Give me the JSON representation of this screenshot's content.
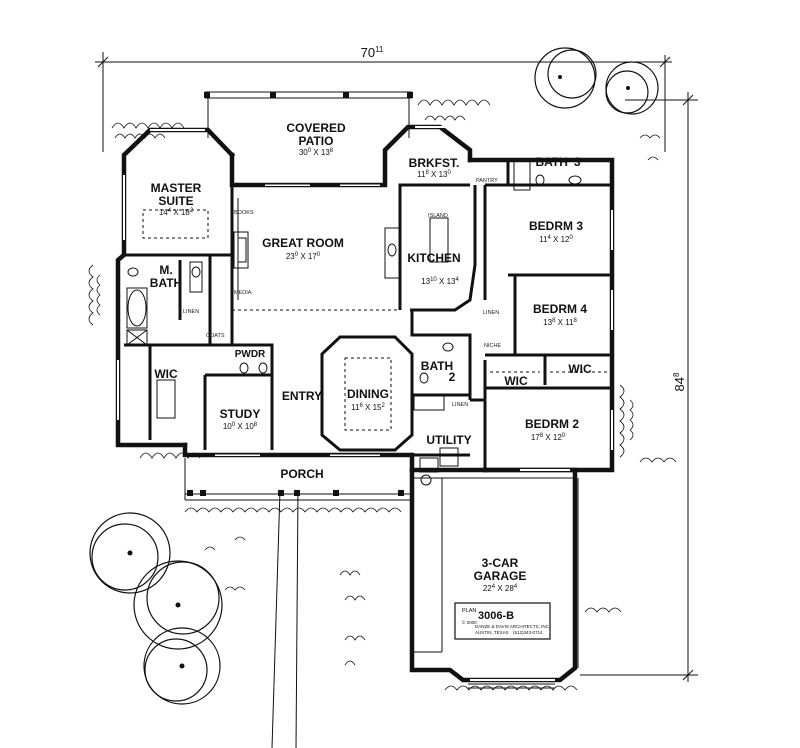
{
  "overall": {
    "width": "70",
    "width_sup": "11",
    "depth": "84",
    "depth_sup": "8"
  },
  "rooms": {
    "covered_patio": {
      "name": "COVERED",
      "name2": "PATIO",
      "w": "30",
      "wsup": "0",
      "d": "13",
      "dsup": "8"
    },
    "master_suite": {
      "name": "MASTER",
      "name2": "SUITE",
      "w": "14",
      "wsup": "4",
      "d": "18",
      "dsup": "2"
    },
    "great_room": {
      "name": "GREAT ROOM",
      "w": "23",
      "wsup": "0",
      "d": "17",
      "dsup": "0"
    },
    "brkfst": {
      "name": "BRKFST.",
      "w": "11",
      "wsup": "8",
      "d": "13",
      "dsup": "0"
    },
    "kitchen": {
      "name": "KITCHEN",
      "w": "13",
      "wsup": "10",
      "d": "13",
      "dsup": "4"
    },
    "bath3": {
      "name": "BATH",
      "num": "3"
    },
    "bedrm3": {
      "name": "BEDRM 3",
      "w": "11",
      "wsup": "4",
      "d": "12",
      "dsup": "0"
    },
    "bedrm4": {
      "name": "BEDRM 4",
      "w": "13",
      "wsup": "8",
      "d": "11",
      "dsup": "8"
    },
    "m_bath": {
      "name": "M.",
      "name2": "BATH"
    },
    "pwdr": {
      "name": "PWDR"
    },
    "wic_master": {
      "name": "WIC"
    },
    "study": {
      "name": "STUDY",
      "w": "10",
      "wsup": "0",
      "d": "10",
      "dsup": "8"
    },
    "entry": {
      "name": "ENTRY"
    },
    "dining": {
      "name": "DINING",
      "w": "11",
      "wsup": "6",
      "d": "15",
      "dsup": "2"
    },
    "bath2": {
      "name": "BATH",
      "num": "2"
    },
    "wic_a": {
      "name": "WIC"
    },
    "wic_b": {
      "name": "WIC"
    },
    "bedrm2": {
      "name": "BEDRM 2",
      "w": "17",
      "wsup": "8",
      "d": "12",
      "dsup": "0"
    },
    "utility": {
      "name": "UTILITY"
    },
    "porch": {
      "name": "PORCH"
    },
    "garage": {
      "name": "3-CAR",
      "name2": "GARAGE",
      "w": "22",
      "wsup": "4",
      "d": "28",
      "dsup": "4"
    }
  },
  "small_labels": {
    "books": "BOOKS",
    "media": "MEDIA",
    "island": "ISLAND",
    "pantry": "PANTRY",
    "linen_kitchen": "LINEN",
    "linen_mbath": "LINEN",
    "coats": "COATS",
    "niche": "NICHE",
    "linen_bath2": "LINEN"
  },
  "stamp": {
    "plan_word": "PLAN",
    "plan_number": "3006-B",
    "copyright": "© 2000",
    "firm": "DANZE & DAVIS ARCHITECTS, INC.",
    "city": "AUSTIN, TEXAS",
    "phone": "(512)343-0714"
  }
}
